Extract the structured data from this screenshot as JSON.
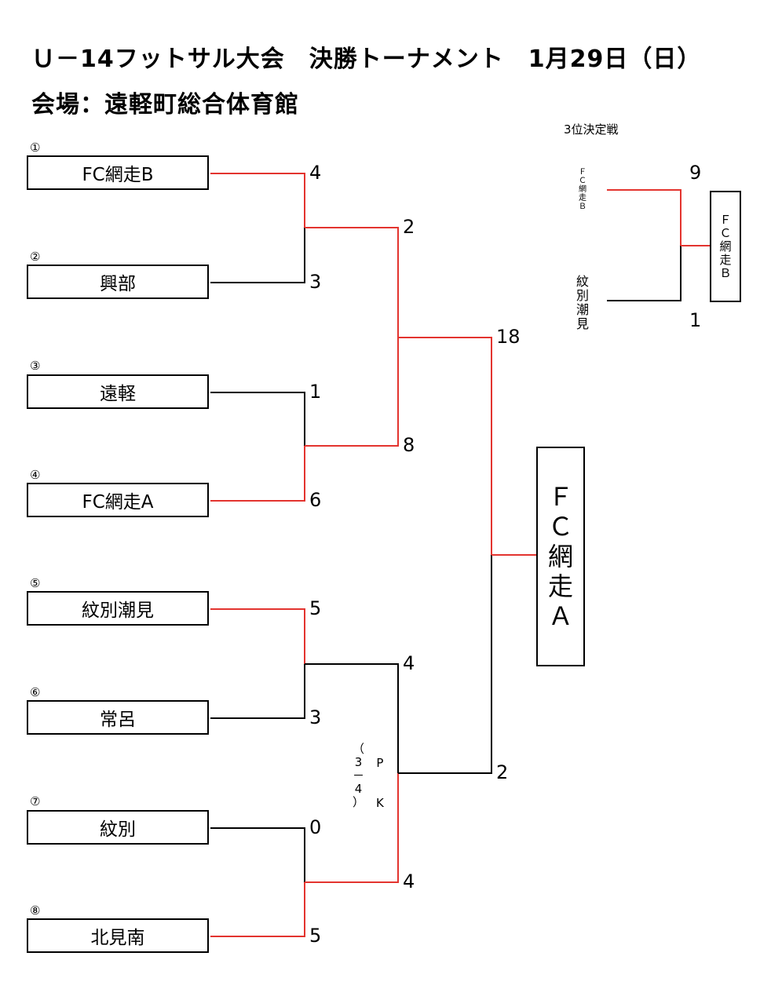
{
  "title_line1": "Ｕ－14フットサル大会　決勝トーナメント　1月29日（日）",
  "title_line2": "会場：遠軽町総合体育館",
  "colors": {
    "winner_line": "#e3342f",
    "loser_line": "#000000"
  },
  "teams": [
    {
      "seed": "①",
      "name": "FC網走B",
      "score": "4"
    },
    {
      "seed": "②",
      "name": "興部",
      "score": "3"
    },
    {
      "seed": "③",
      "name": "遠軽",
      "score": "1"
    },
    {
      "seed": "④",
      "name": "FC網走A",
      "score": "6"
    },
    {
      "seed": "⑤",
      "name": "紋別潮見",
      "score": "5"
    },
    {
      "seed": "⑥",
      "name": "常呂",
      "score": "3"
    },
    {
      "seed": "⑦",
      "name": "紋別",
      "score": "0"
    },
    {
      "seed": "⑧",
      "name": "北見南",
      "score": "5"
    }
  ],
  "semifinal_scores": [
    "2",
    "8",
    "4",
    "4"
  ],
  "final_scores": [
    "18",
    "2"
  ],
  "pk_note": {
    "col1": [
      "（",
      "3",
      "－",
      "4",
      "）"
    ],
    "col2": [
      "P",
      "K"
    ]
  },
  "champion": [
    "Ｆ",
    "Ｃ",
    "網",
    "走",
    "Ａ"
  ],
  "third_place": {
    "title": "3位決定戦",
    "team1": [
      "Ｆ",
      "Ｃ",
      "網",
      "走",
      "Ｂ"
    ],
    "team2": [
      "紋",
      "別",
      "潮",
      "見"
    ],
    "score1": "9",
    "score2": "1",
    "winner": [
      "Ｆ",
      "Ｃ",
      "網",
      "走",
      "Ｂ"
    ]
  }
}
